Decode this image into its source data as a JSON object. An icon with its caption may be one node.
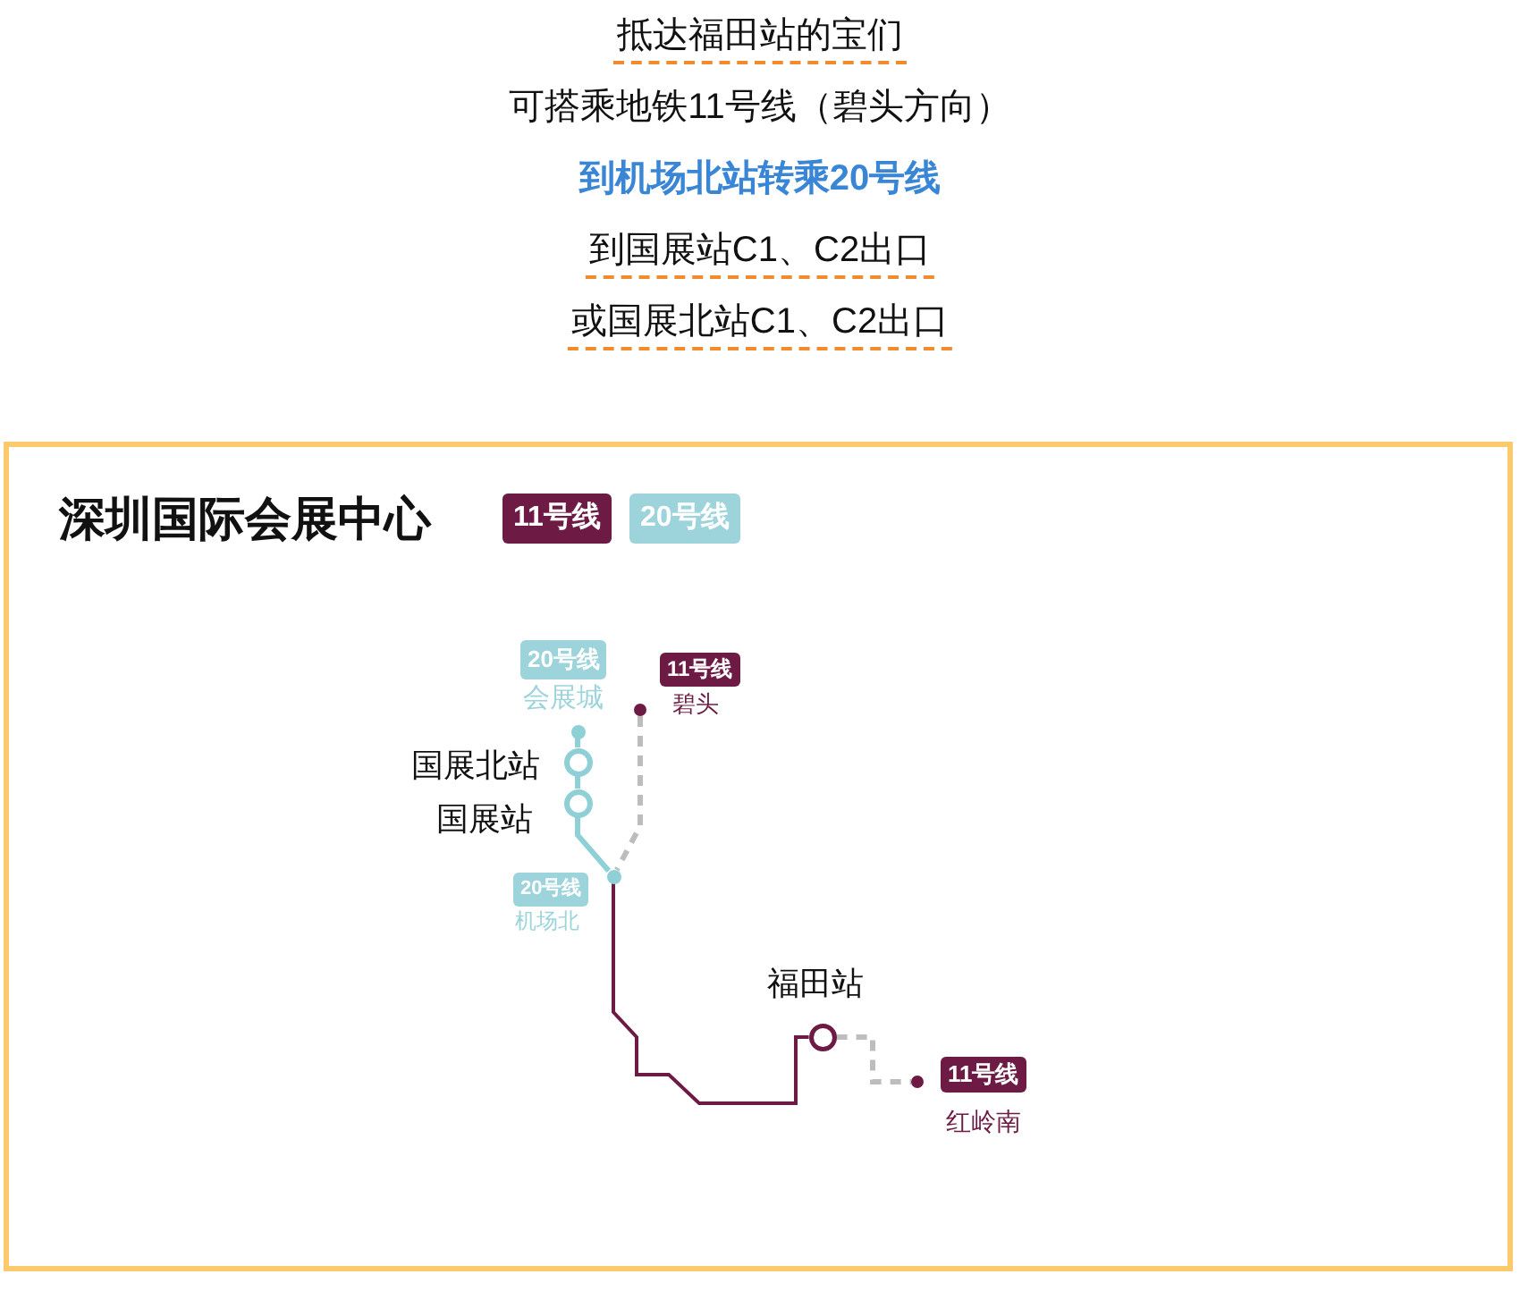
{
  "diagram": {
    "labels": [
      "抵达福田站的宝们",
      "可搭乘地铁11号线（碧头方向）",
      "到机场北站转乘20号线",
      "到国展站C1、C2出口",
      "或国展北站C1、C2出口"
    ],
    "legend": [
      {
        "text": "11号线",
        "color": "#6d1b45"
      },
      {
        "text": "20号线",
        "color": "#9dd4db"
      }
    ],
    "nodes": [
      {
        "text": [
          "深圳国际会展中心"
        ]
      },
      {
        "text": [
          "20号线"
        ],
        "beside": [
          "会展城"
        ],
        "in": 0
      },
      {
        "text": [],
        "shape": "circle",
        "in": 0
      },
      {
        "text": [
          "11号线"
        ],
        "beside": [
          "碧头"
        ],
        "in": 0
      },
      {
        "text": [],
        "shape": "circle",
        "in": 0
      },
      {
        "text": [],
        "shape": "circle",
        "beside": [
          "国展北站"
        ],
        "in": 0
      },
      {
        "text": [],
        "shape": "circle",
        "beside": [
          "国展站"
        ],
        "in": 0
      },
      {
        "text": [
          "20号线"
        ],
        "beside": [
          "机场北"
        ],
        "in": 0
      },
      {
        "text": [],
        "shape": "circle",
        "in": 0
      },
      {
        "text": [],
        "shape": "circle",
        "beside": [
          "福田站"
        ],
        "in": 0
      },
      {
        "text": [
          "11号线"
        ],
        "beside": [
          "红岭南"
        ],
        "in": 0
      },
      {
        "text": [],
        "shape": "circle",
        "in": 0
      }
    ],
    "edges": [
      {
        "from": 2,
        "to": 5,
        "arrow": "none"
      },
      {
        "from": 5,
        "to": 6,
        "arrow": "none"
      },
      {
        "from": 6,
        "to": 8,
        "arrow": "none"
      },
      {
        "from": 4,
        "to": 8,
        "arrow": "none",
        "style": "dashed",
        "color": "#bdbdbd"
      },
      {
        "from": 8,
        "to": 9,
        "arrow": "none",
        "color": "#6d1b45"
      },
      {
        "from": 9,
        "to": 11,
        "arrow": "none",
        "style": "dashed",
        "color": "#bdbdbd"
      }
    ]
  }
}
